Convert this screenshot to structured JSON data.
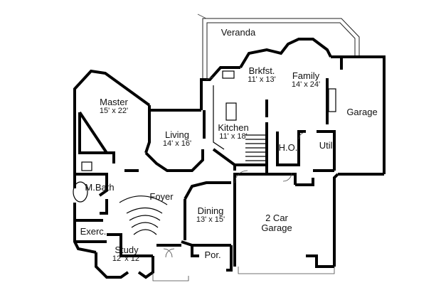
{
  "rooms": {
    "veranda": {
      "name": "Veranda",
      "dims": ""
    },
    "brkfst": {
      "name": "Brkfst.",
      "dims": "11' x 13'"
    },
    "family": {
      "name": "Family",
      "dims": "14' x 24'"
    },
    "master": {
      "name": "Master",
      "dims": "15' x 22'"
    },
    "garage": {
      "name": "Garage",
      "dims": ""
    },
    "living": {
      "name": "Living",
      "dims": "14' x 16'"
    },
    "kitchen": {
      "name": "Kitchen",
      "dims": "11' x 18'"
    },
    "ho": {
      "name": "H.O.",
      "dims": ""
    },
    "util": {
      "name": "Util.",
      "dims": ""
    },
    "mbath": {
      "name": "M.Bath",
      "dims": ""
    },
    "foyer": {
      "name": "Foyer",
      "dims": ""
    },
    "dining": {
      "name": "Dining",
      "dims": "13' x 15'"
    },
    "garage2": {
      "name": "2 Car",
      "dims": "Garage"
    },
    "exerc": {
      "name": "Exerc.",
      "dims": ""
    },
    "study": {
      "name": "Study",
      "dims": "12' x 12'"
    },
    "porch": {
      "name": "Por.",
      "dims": ""
    }
  }
}
